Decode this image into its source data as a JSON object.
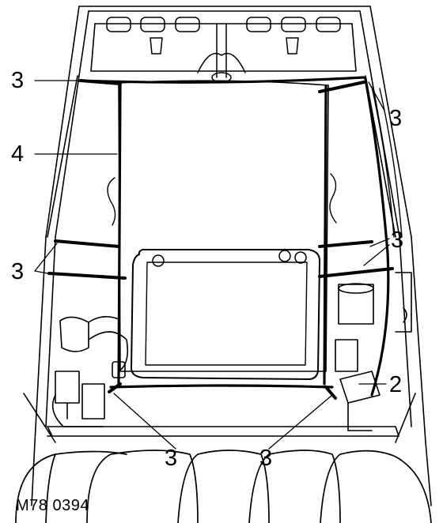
{
  "callouts": {
    "top_left": "3",
    "top_right": "3",
    "harness": "4",
    "mid_left": "3",
    "mid_right": "3",
    "lower_right": "2",
    "bottom_left": "3",
    "bottom_right": "3"
  },
  "figure_ref": "M78 0394"
}
